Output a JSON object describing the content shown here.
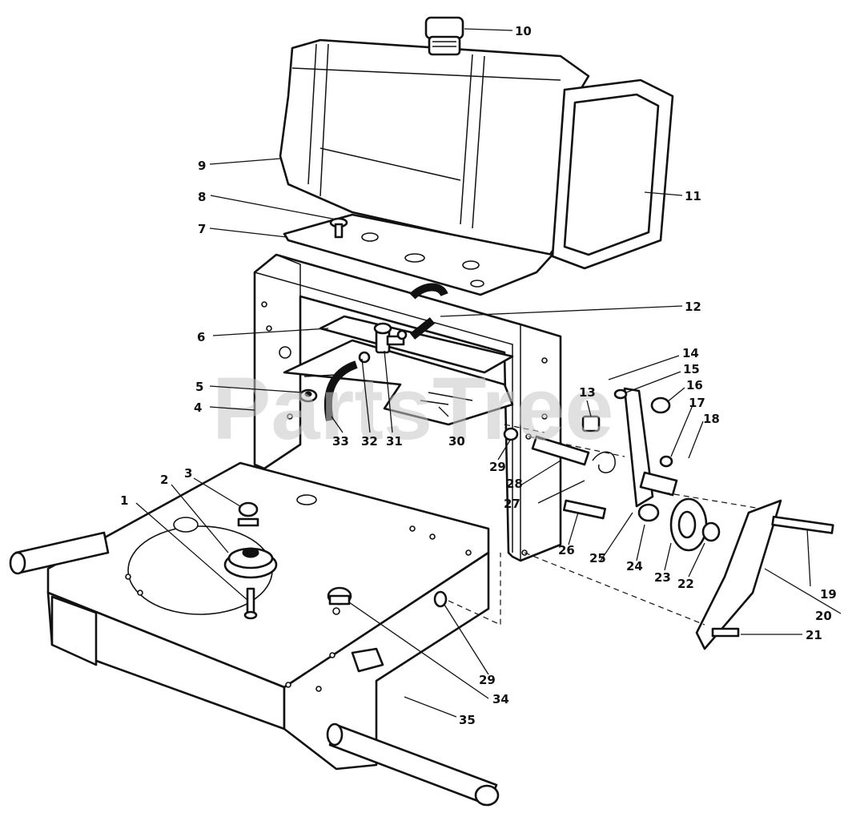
{
  "watermark": "PartsTree",
  "callouts": [
    {
      "id": "1",
      "text": "1"
    },
    {
      "id": "2",
      "text": "2"
    },
    {
      "id": "3",
      "text": "3"
    },
    {
      "id": "4",
      "text": "4"
    },
    {
      "id": "5",
      "text": "5"
    },
    {
      "id": "6",
      "text": "6"
    },
    {
      "id": "7",
      "text": "7"
    },
    {
      "id": "8",
      "text": "8"
    },
    {
      "id": "9",
      "text": "9"
    },
    {
      "id": "10",
      "text": "10"
    },
    {
      "id": "11",
      "text": "11"
    },
    {
      "id": "12",
      "text": "12"
    },
    {
      "id": "13",
      "text": "13"
    },
    {
      "id": "14",
      "text": "14"
    },
    {
      "id": "15",
      "text": "15"
    },
    {
      "id": "16",
      "text": "16"
    },
    {
      "id": "17",
      "text": "17"
    },
    {
      "id": "18",
      "text": "18"
    },
    {
      "id": "19",
      "text": "19"
    },
    {
      "id": "20",
      "text": "20"
    },
    {
      "id": "21",
      "text": "21"
    },
    {
      "id": "22",
      "text": "22"
    },
    {
      "id": "23",
      "text": "23"
    },
    {
      "id": "24",
      "text": "24"
    },
    {
      "id": "25",
      "text": "25"
    },
    {
      "id": "26",
      "text": "26"
    },
    {
      "id": "27",
      "text": "27"
    },
    {
      "id": "28",
      "text": "28"
    },
    {
      "id": "29a",
      "text": "29"
    },
    {
      "id": "29b",
      "text": "29"
    },
    {
      "id": "30",
      "text": "30"
    },
    {
      "id": "31",
      "text": "31"
    },
    {
      "id": "32",
      "text": "32"
    },
    {
      "id": "33",
      "text": "33"
    },
    {
      "id": "34",
      "text": "34"
    },
    {
      "id": "35",
      "text": "35"
    }
  ]
}
